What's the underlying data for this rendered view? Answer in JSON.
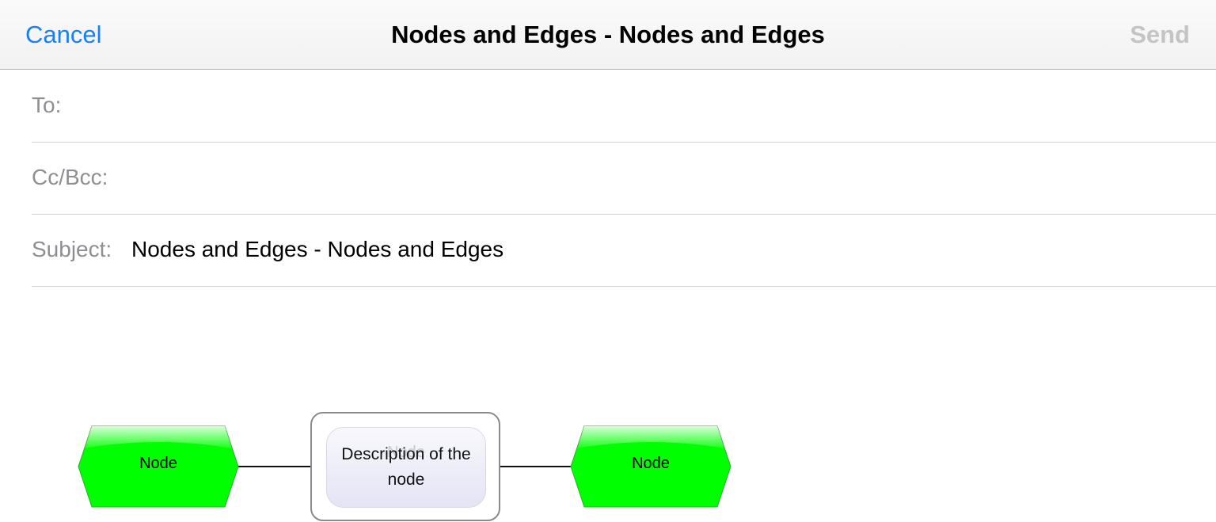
{
  "navbar": {
    "cancel_label": "Cancel",
    "title": "Nodes and Edges - Nodes and Edges",
    "send_label": "Send"
  },
  "fields": {
    "to_label": "To:",
    "to_value": "",
    "ccbcc_label": "Cc/Bcc:",
    "ccbcc_value": "",
    "subject_label": "Subject:",
    "subject_value": "Nodes and Edges - Nodes and Edges"
  },
  "diagram": {
    "left_node_label": "Node",
    "middle_node_label": "Node",
    "right_node_label": "Node",
    "description": "Description of the node"
  },
  "colors": {
    "accent": "#1a7ef5",
    "send_disabled": "#c4c4c4",
    "node_fill": "#00ff00"
  }
}
